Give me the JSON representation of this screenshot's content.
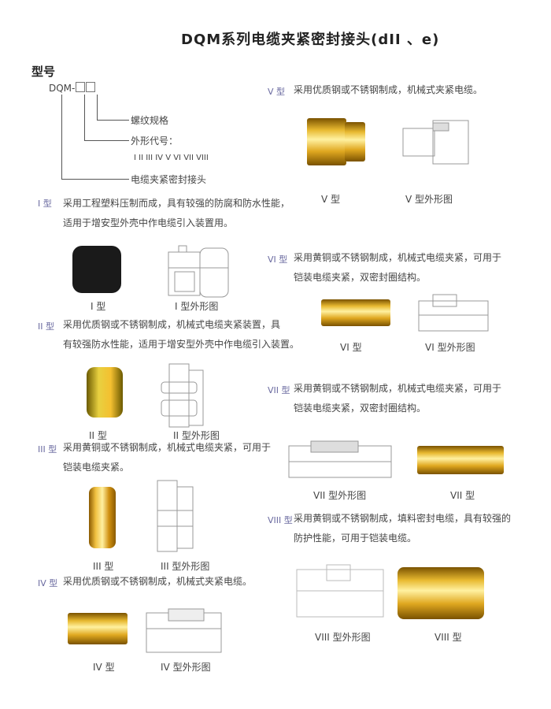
{
  "title": "DQM系列电缆夹紧密封接头(dII 、e)",
  "model": {
    "heading": "型号",
    "code": "DQM-",
    "thread": "螺纹规格",
    "shape_code": "外形代号：",
    "numerals": "I  II III IV V VI VII VIII",
    "name": "电缆夹紧密封接头"
  },
  "types": [
    {
      "badge": "I 型",
      "line1": "采用工程塑料压制而成，具有较强的防腐和防水性能，",
      "line2": "适用于增安型外壳中作电缆引入装置用。",
      "product": "I 型",
      "drawing": "I 型外形图"
    },
    {
      "badge": "II 型",
      "line1": "采用优质钢或不锈钢制成，机械式电缆夹紧装置，具",
      "line2": "有较强防水性能，适用于增安型外壳中作电缆引入装置。",
      "product": "II 型",
      "drawing": "II 型外形图"
    },
    {
      "badge": "III 型",
      "line1": "采用黄铜或不锈钢制成，机械式电缆夹紧，可用于",
      "line2": "铠装电缆夹紧。",
      "product": "III 型",
      "drawing": "III 型外形图"
    },
    {
      "badge": "IV 型",
      "line1": "采用优质钢或不锈钢制成，机械式夹紧电缆。",
      "product": "IV 型",
      "drawing": "IV 型外形图"
    },
    {
      "badge": "V 型",
      "line1": "采用优质钢或不锈钢制成，机械式夹紧电缆。",
      "product": "V 型",
      "drawing": "V 型外形图"
    },
    {
      "badge": "VI 型",
      "line1": "采用黄铜或不锈钢制成，机械式电缆夹紧，可用于",
      "line2": "铠装电缆夹紧，双密封圈结构。",
      "product": "VI 型",
      "drawing": "VI 型外形图"
    },
    {
      "badge": "VII 型",
      "line1": "采用黄铜或不锈钢制成，机械式电缆夹紧，可用于",
      "line2": "铠装电缆夹紧，双密封圈结构。",
      "product": "VII 型",
      "drawing": "VII 型外形图"
    },
    {
      "badge": "VIII 型",
      "line1": "采用黄铜或不锈钢制成，填料密封电缆，具有较强的",
      "line2": "防护性能，可用于铠装电缆。",
      "product": "VIII 型",
      "drawing": "VIII 型外形图"
    }
  ]
}
